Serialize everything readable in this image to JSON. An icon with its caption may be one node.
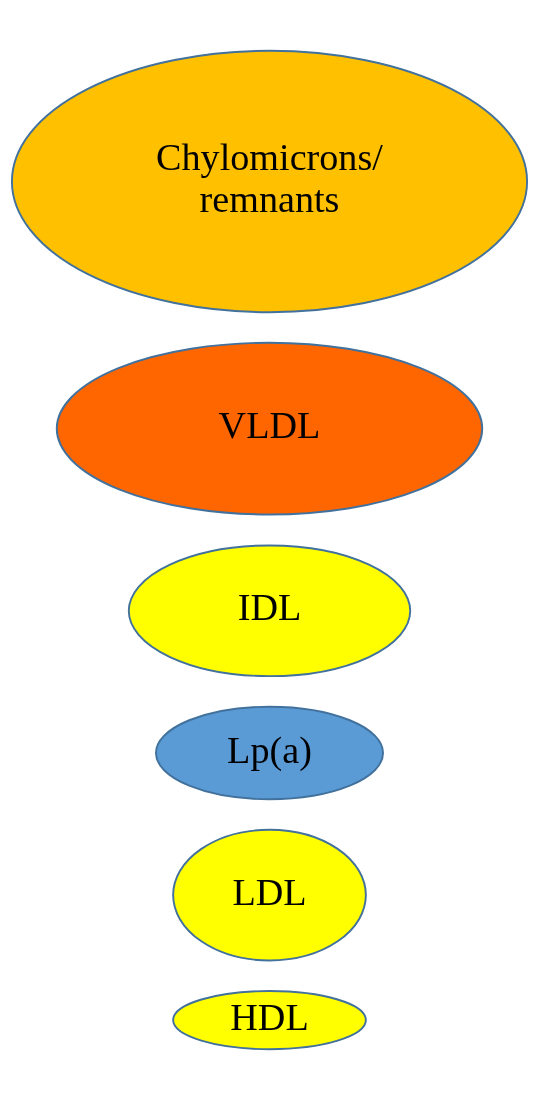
{
  "diagram": {
    "nodes": [
      {
        "text": [
          "Chylomicrons/ remnants"
        ]
      },
      {
        "text": [
          "VLDL"
        ]
      },
      {
        "text": [
          "IDL"
        ]
      },
      {
        "text": [
          "Lp(a)"
        ]
      },
      {
        "text": [
          "LDL"
        ]
      },
      {
        "text": [
          "HDL"
        ]
      }
    ]
  }
}
